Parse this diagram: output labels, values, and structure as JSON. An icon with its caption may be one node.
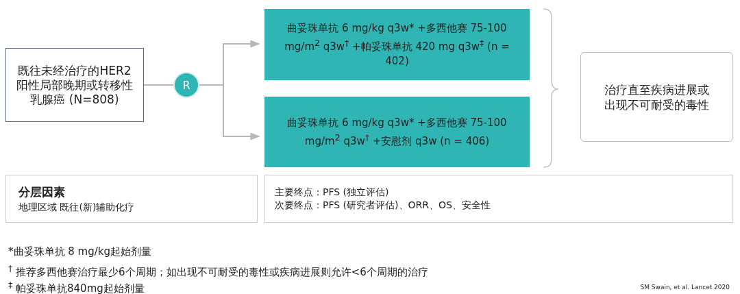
{
  "diagram": {
    "nodes": [
      {
        "text": [
          "既往未经治疗的HER2阳性局部晚期或转移性乳腺癌 (N=808)"
        ]
      },
      {
        "text": [
          "R"
        ]
      },
      {
        "text": [
          "曲妥珠单抗 6 mg/kg q3w* +多西他赛 75-100 mg/m$^{2}$ q3w$^{†}$ +帕妥珠单抗 420 mg q3w$^{‡}$ (n = 402)"
        ]
      },
      {
        "text": [
          "曲妥珠单抗 6 mg/kg q3w* +多西他赛 75-100 mg/m$^{2}$ q3w$^{†}$ +安慰剂 q3w (n = 406)"
        ]
      },
      {
        "text": [
          "治疗直至疾病进展或出现不可耐受的毒性"
        ]
      },
      {
        "text": [
          "分层因素",
          "地理区域 既往(新)辅助化疗"
        ]
      },
      {
        "text": [
          "主要终点：PFS (独立评估)",
          "次要终点：PFS (研究者评估)、ORR、OS、安全性"
        ]
      }
    ],
    "edges": [
      {
        "from": 0,
        "to": 1,
        "arrow": "none"
      },
      {
        "from": 1,
        "to": 2,
        "arrow": "to"
      },
      {
        "from": 1,
        "to": 3,
        "arrow": "to"
      }
    ],
    "labels": [
      "*曲妥珠单抗 8 mg/kg起始剂量",
      "$^{†}$ 推荐多西他赛治疗最少6个周期；如出现不可耐受的毒性或疾病进展则允许<6个周期的治疗",
      "$^{‡}$ 帕妥珠单抗840mg起始剂量",
      "SM Swain, et al. Lancet 2020"
    ]
  }
}
